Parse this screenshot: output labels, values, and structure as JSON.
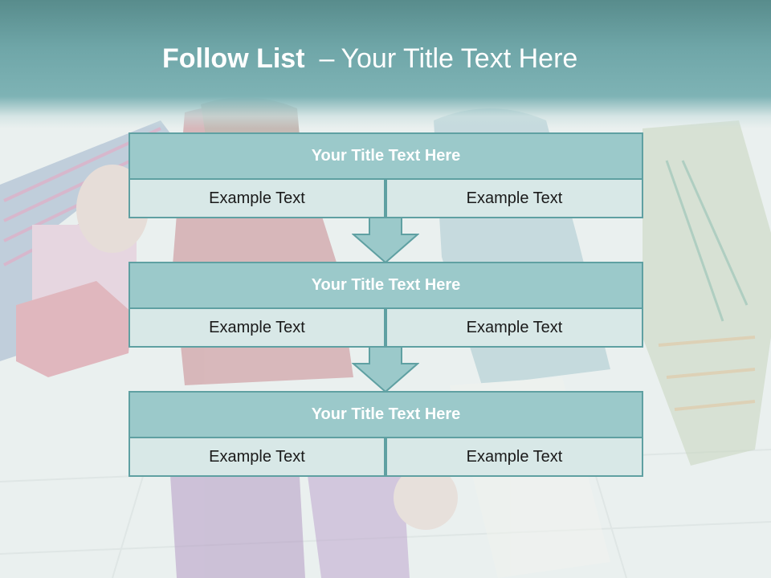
{
  "slide": {
    "title_bold": "Follow List",
    "title_separator": "–",
    "title_rest": "Your Title Text Here"
  },
  "rows": [
    {
      "title": "Your Title Text Here",
      "left": "Example Text",
      "right": "Example Text"
    },
    {
      "title": "Your Title Text Here",
      "left": "Example Text",
      "right": "Example Text"
    },
    {
      "title": "Your Title Text Here",
      "left": "Example Text",
      "right": "Example Text"
    }
  ],
  "colors": {
    "header": "#6fa6a8",
    "title_bar": "#9bc9ca",
    "cell": "#d8e8e7",
    "border": "#5fa0a2"
  },
  "background_image": "faded photo of two shoppers carrying colorful shopping bags"
}
